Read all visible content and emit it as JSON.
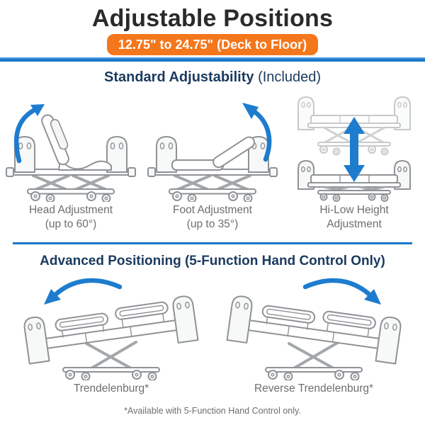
{
  "header": {
    "title": "Adjustable Positions",
    "badge": "12.75\" to 24.75\" (Deck to Floor)"
  },
  "sections": [
    {
      "heading_bold": "Standard Adjustability",
      "heading_regular": "(Included)",
      "items": [
        {
          "icon": "bed-head-adjustment-illustration",
          "arrow_icon": "curved-up-arrow-icon",
          "label_line1": "Head Adjustment",
          "label_line2": "(up to 60°)"
        },
        {
          "icon": "bed-foot-adjustment-illustration",
          "arrow_icon": "curved-up-arrow-icon",
          "label_line1": "Foot Adjustment",
          "label_line2": "(up to 35°)"
        },
        {
          "icon": "bed-hi-low-illustration",
          "arrow_icon": "vertical-double-arrow-icon",
          "label_line1": "Hi-Low Height",
          "label_line2": "Adjustment"
        }
      ]
    },
    {
      "heading_bold": "Advanced Positioning (5-Function Hand Control Only)",
      "items": [
        {
          "icon": "bed-trendelenburg-illustration",
          "arrow_icon": "curved-down-left-arrow-icon",
          "label": "Trendelenburg*"
        },
        {
          "icon": "bed-reverse-trendelenburg-illustration",
          "arrow_icon": "curved-down-right-arrow-icon",
          "label": "Reverse Trendelenburg*"
        }
      ]
    }
  ],
  "footnote": "*Available with 5-Function Hand Control only.",
  "colors": {
    "accent_orange": "#F4771C",
    "divider_blue": "#1B77C9",
    "heading_navy": "#1B3A5F",
    "label_gray": "#6D6E71",
    "arrow_blue": "#1E7CCE",
    "line_art_gray": "#8F9296",
    "title_charcoal": "#2A2A2A",
    "background": "#FFFFFF"
  }
}
